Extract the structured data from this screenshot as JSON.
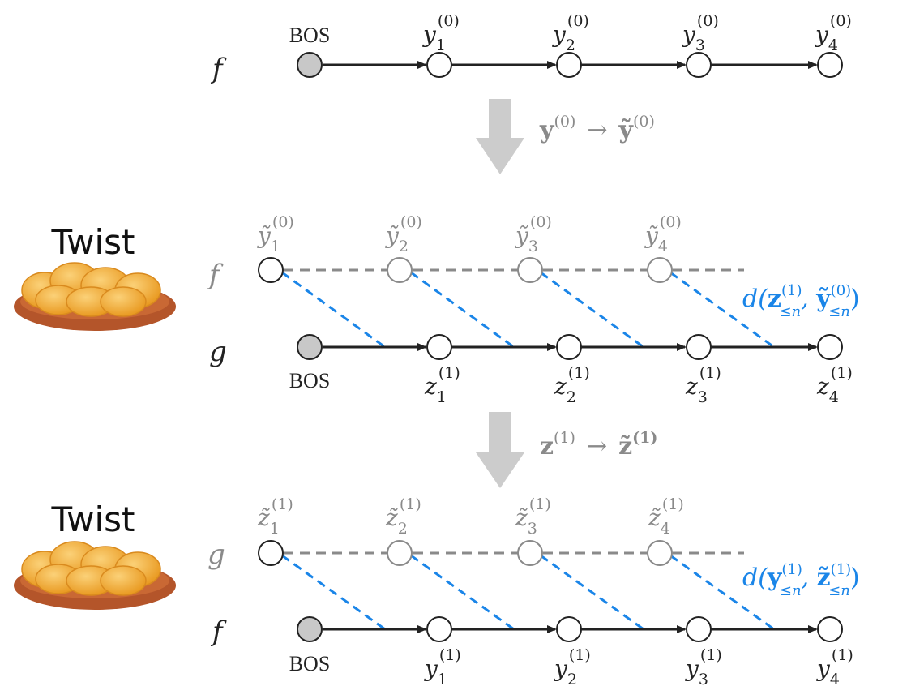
{
  "colors": {
    "ink": "#222222",
    "gray": "#8a8a8a",
    "blue": "#1a85e8",
    "bos_fill": "#c8c8c8",
    "arrow_gray": "#cccccc",
    "bread_body": "#f4b13d",
    "bread_highlight": "#fbd178",
    "plate": "#b4552a"
  },
  "icons": {
    "bread": "challah-bread-icon",
    "transition": "down-arrow-icon"
  },
  "bos_label": "BOS",
  "stage0": {
    "model": "f",
    "tokens": [
      {
        "base": "y",
        "sub": "1",
        "sup": "(0)"
      },
      {
        "base": "y",
        "sub": "2",
        "sup": "(0)"
      },
      {
        "base": "y",
        "sub": "3",
        "sup": "(0)"
      },
      {
        "base": "y",
        "sub": "4",
        "sup": "(0)"
      }
    ]
  },
  "transition1": {
    "from_base": "y",
    "from_sup": "(0)",
    "arrow": "→",
    "to_base": "ỹ",
    "to_sup": "(0)"
  },
  "twist1": {
    "title": "Twist",
    "ref_model": "f",
    "gen_model": "g",
    "ref_tokens": [
      {
        "base": "ỹ",
        "sub": "1",
        "sup": "(0)"
      },
      {
        "base": "ỹ",
        "sub": "2",
        "sup": "(0)"
      },
      {
        "base": "ỹ",
        "sub": "3",
        "sup": "(0)"
      },
      {
        "base": "ỹ",
        "sub": "4",
        "sup": "(0)"
      }
    ],
    "gen_tokens": [
      {
        "base": "z",
        "sub": "1",
        "sup": "(1)"
      },
      {
        "base": "z",
        "sub": "2",
        "sup": "(1)"
      },
      {
        "base": "z",
        "sub": "3",
        "sup": "(1)"
      },
      {
        "base": "z",
        "sub": "4",
        "sup": "(1)"
      }
    ],
    "distance": {
      "d": "d(",
      "a_base": "z",
      "a_sup": "(1)",
      "a_sub": "≤n",
      "sep": ", ",
      "b_base": "ỹ",
      "b_sup": "(0)",
      "b_sub": "≤n",
      "close": ")"
    }
  },
  "transition2": {
    "from_base": "z",
    "from_sup": "(1)",
    "arrow": "→",
    "to_base": "z̃",
    "to_sup": "(1)"
  },
  "twist2": {
    "title": "Twist",
    "ref_model": "g",
    "gen_model": "f",
    "ref_tokens": [
      {
        "base": "z̃",
        "sub": "1",
        "sup": "(1)"
      },
      {
        "base": "z̃",
        "sub": "2",
        "sup": "(1)"
      },
      {
        "base": "z̃",
        "sub": "3",
        "sup": "(1)"
      },
      {
        "base": "z̃",
        "sub": "4",
        "sup": "(1)"
      }
    ],
    "gen_tokens": [
      {
        "base": "y",
        "sub": "1",
        "sup": "(1)"
      },
      {
        "base": "y",
        "sub": "2",
        "sup": "(1)"
      },
      {
        "base": "y",
        "sub": "3",
        "sup": "(1)"
      },
      {
        "base": "y",
        "sub": "4",
        "sup": "(1)"
      }
    ],
    "distance": {
      "d": "d(",
      "a_base": "y",
      "a_sup": "(1)",
      "a_sub": "≤n",
      "sep": ", ",
      "b_base": "z̃",
      "b_sup": "(1)",
      "b_sub": "≤n",
      "close": ")"
    }
  }
}
